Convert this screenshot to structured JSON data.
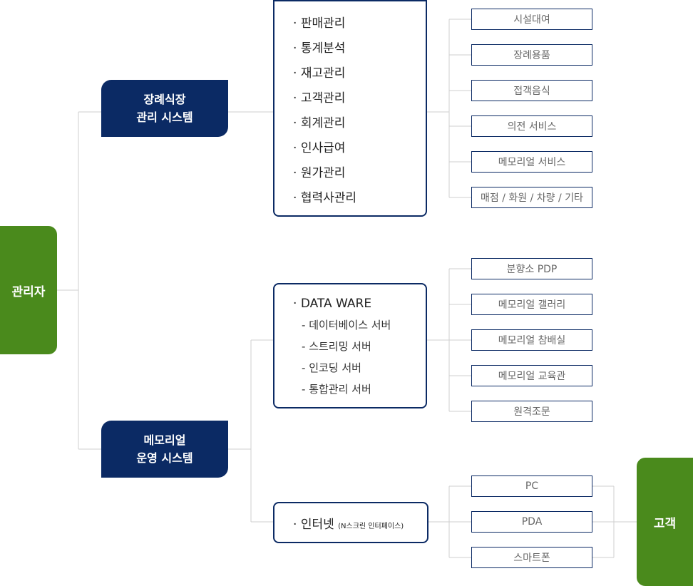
{
  "admin": "관리자",
  "customer": "고객",
  "systems": {
    "funeral": [
      "장례식장",
      "관리 시스템"
    ],
    "memorial": [
      "메모리얼",
      "운영 시스템"
    ]
  },
  "modules": [
    "판매관리",
    "통계분석",
    "재고관리",
    "고객관리",
    "회계관리",
    "인사급여",
    "원가관리",
    "협력사관리"
  ],
  "dataware": {
    "title": "DATA WARE",
    "servers": [
      "데이터베이스 서버",
      "스트리밍 서버",
      "인코딩 서버",
      "통합관리 서버"
    ]
  },
  "internet": {
    "title": "인터넷",
    "note": "(N스크린 인터페이스)"
  },
  "funeral_services": [
    "시설대여",
    "장례용품",
    "접객음식",
    "의전 서비스",
    "메모리얼 서비스",
    "매점 / 화원 / 차량 / 기타"
  ],
  "memorial_services": [
    "분향소 PDP",
    "메모리얼 갤러리",
    "메모리얼 참배실",
    "메모리얼 교육관",
    "원격조문"
  ],
  "devices": [
    "PC",
    "PDA",
    "스마트폰"
  ]
}
